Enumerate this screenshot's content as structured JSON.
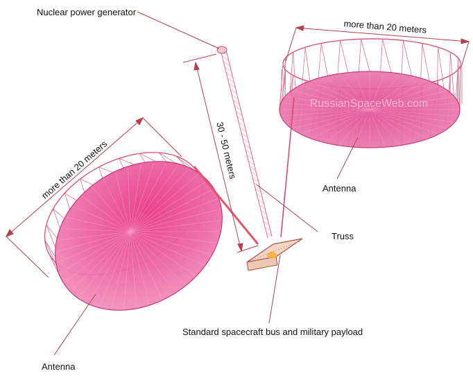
{
  "labels": {
    "generator": "Nuclear power generator",
    "dim_top_antenna": "more than 20 meters",
    "dim_left_antenna": "more than 20 meters",
    "dim_truss": "30 - 50 meters",
    "antenna_right": "Antenna",
    "antenna_left": "Antenna",
    "truss": "Truss",
    "bus": "Standard spacecraft bus and military payload"
  },
  "watermark": "RussianSpaceWeb.com",
  "colors": {
    "dish": "#e0458f",
    "dish_edge": "#c0306f",
    "truss_line": "#d9506f",
    "leader": "#b24050",
    "bus_body": "#f3d7c4"
  }
}
